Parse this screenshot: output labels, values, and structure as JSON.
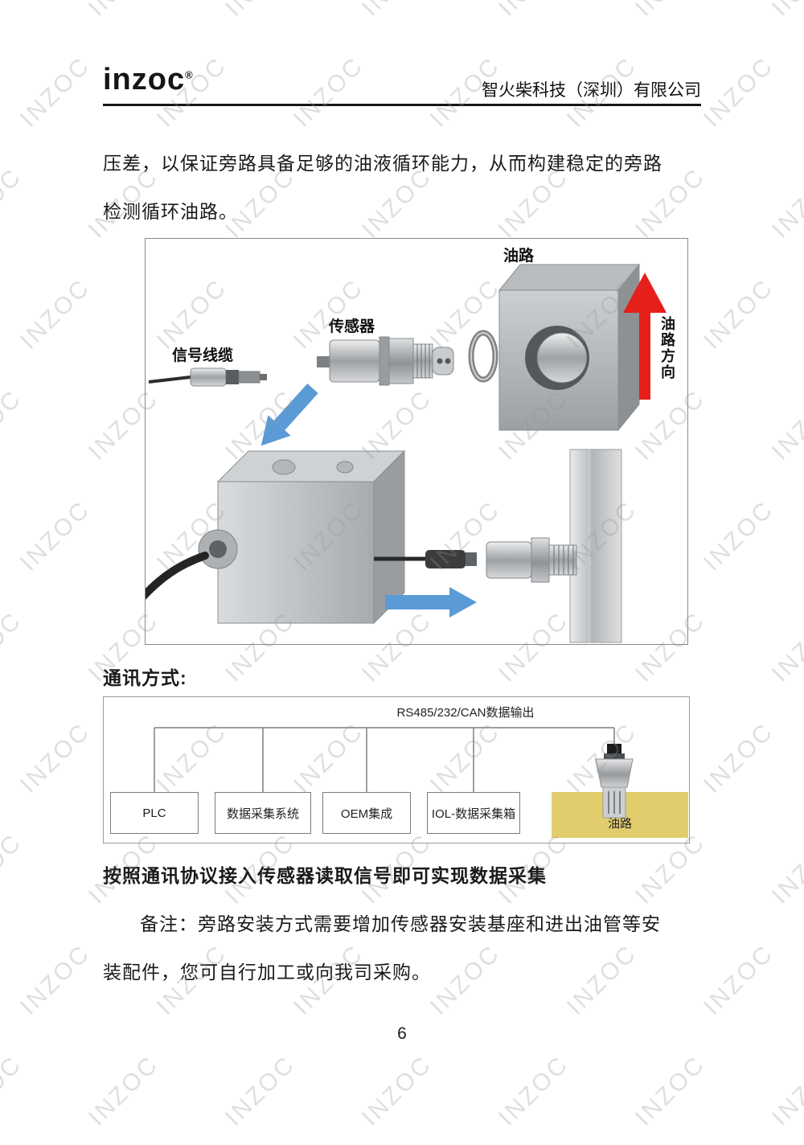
{
  "watermark": {
    "text": "INZOC"
  },
  "header": {
    "logo": "inzoc",
    "logo_reg": "®",
    "company": "智火柴科技（深圳）有限公司"
  },
  "intro": {
    "line1": "压差，以保证旁路具备足够的油液循环能力，从而构建稳定的旁路",
    "line2": "检测循环油路。"
  },
  "install_diagram": {
    "label_oil_path": "油路",
    "label_sensor": "传感器",
    "label_signal_cable": "信号线缆",
    "label_oil_direction": "油路方向"
  },
  "comm_section": {
    "heading": "通讯方式:",
    "bus_label": "RS485/232/CAN数据输出",
    "nodes": [
      "PLC",
      "数据采集系统",
      "OEM集成",
      "IOL-数据采集箱"
    ],
    "oil_block_label": "油路"
  },
  "notes": {
    "bold_line": "按照通讯协议接入传感器读取信号即可实现数据采集",
    "remark_line1": "备注：旁路安装方式需要增加传感器安装基座和进出油管等安",
    "remark_line2": "装配件，您可自行加工或向我司采购。"
  },
  "footer": {
    "page_number": "6"
  },
  "colors": {
    "arrow_red": "#e51f1a",
    "arrow_blue": "#5b9bd5",
    "oil_block_yellow": "#e2cd6d"
  }
}
